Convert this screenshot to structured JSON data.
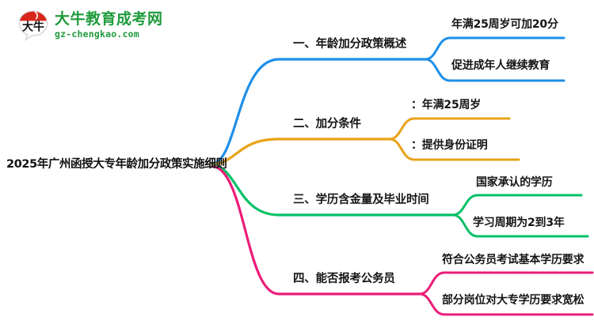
{
  "logo": {
    "mark_name": "dainiu-speech-bubble-logo",
    "title": "大牛教育成考网",
    "domain_text": "gz-chengkao.com",
    "mark_text": "大牛",
    "brand_green": "#1f9b3c",
    "brand_red": "#d9261c"
  },
  "mindmap": {
    "root": {
      "label": "2025年广州函授大专年龄加分政策实施细则"
    },
    "branches": [
      {
        "label": "一、年龄加分政策概述",
        "color": "#1E8FE8",
        "children": [
          {
            "label": "年满25周岁可加20分"
          },
          {
            "label": "促进成年人继续教育"
          }
        ]
      },
      {
        "label": "二、加分条件",
        "color": "#E8A317",
        "children": [
          {
            "label": "：年满25周岁"
          },
          {
            "label": "：提供身份证明"
          }
        ]
      },
      {
        "label": "三、学历含金量及毕业时间",
        "color": "#06C167",
        "children": [
          {
            "label": "国家承认的学历"
          },
          {
            "label": "学习周期为2到3年"
          }
        ]
      },
      {
        "label": "四、能否报考公务员",
        "color": "#EC1C79",
        "children": [
          {
            "label": "符合公务员考试基本学历要求"
          },
          {
            "label": "部分岗位对大专学历要求宽松"
          }
        ]
      }
    ]
  }
}
